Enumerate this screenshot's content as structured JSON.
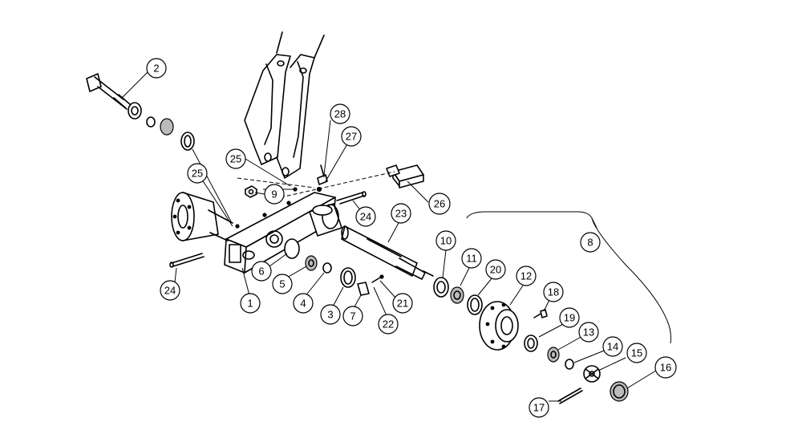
{
  "diagram": {
    "callouts": [
      {
        "id": "c2",
        "label": "2"
      },
      {
        "id": "c25a",
        "label": "25"
      },
      {
        "id": "c28",
        "label": "28"
      },
      {
        "id": "c27",
        "label": "27"
      },
      {
        "id": "c25b",
        "label": "25"
      },
      {
        "id": "c9",
        "label": "9"
      },
      {
        "id": "c26",
        "label": "26"
      },
      {
        "id": "c24a",
        "label": "24"
      },
      {
        "id": "c23",
        "label": "23"
      },
      {
        "id": "c8",
        "label": "8"
      },
      {
        "id": "c10",
        "label": "10"
      },
      {
        "id": "c11",
        "label": "11"
      },
      {
        "id": "c20",
        "label": "20"
      },
      {
        "id": "c12",
        "label": "12"
      },
      {
        "id": "c18",
        "label": "18"
      },
      {
        "id": "c19",
        "label": "19"
      },
      {
        "id": "c13",
        "label": "13"
      },
      {
        "id": "c14",
        "label": "14"
      },
      {
        "id": "c15",
        "label": "15"
      },
      {
        "id": "c16",
        "label": "16"
      },
      {
        "id": "c17",
        "label": "17"
      },
      {
        "id": "c6",
        "label": "6"
      },
      {
        "id": "c5",
        "label": "5"
      },
      {
        "id": "c4",
        "label": "4"
      },
      {
        "id": "c3",
        "label": "3"
      },
      {
        "id": "c7",
        "label": "7"
      },
      {
        "id": "c21",
        "label": "21"
      },
      {
        "id": "c22",
        "label": "22"
      },
      {
        "id": "c1",
        "label": "1"
      },
      {
        "id": "c24b",
        "label": "24"
      }
    ]
  }
}
